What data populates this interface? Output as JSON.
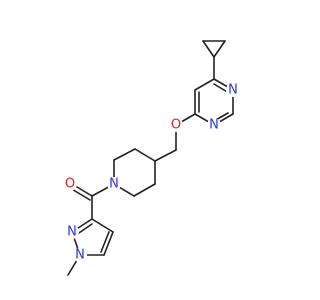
{
  "molecule": {
    "colors": {
      "bond": "#222222",
      "nitrogen": "#2b35e0",
      "oxygen": "#e01f1f",
      "background": "#ffffff"
    },
    "atoms": {
      "n_pyrimidine_top": "N",
      "n_pyrimidine_bottom": "N",
      "ether_oxygen": "O",
      "carbonyl_oxygen": "O",
      "n_piperidine": "N",
      "n_pyrazole_2": "N",
      "n_pyrazole_1": "N"
    }
  }
}
